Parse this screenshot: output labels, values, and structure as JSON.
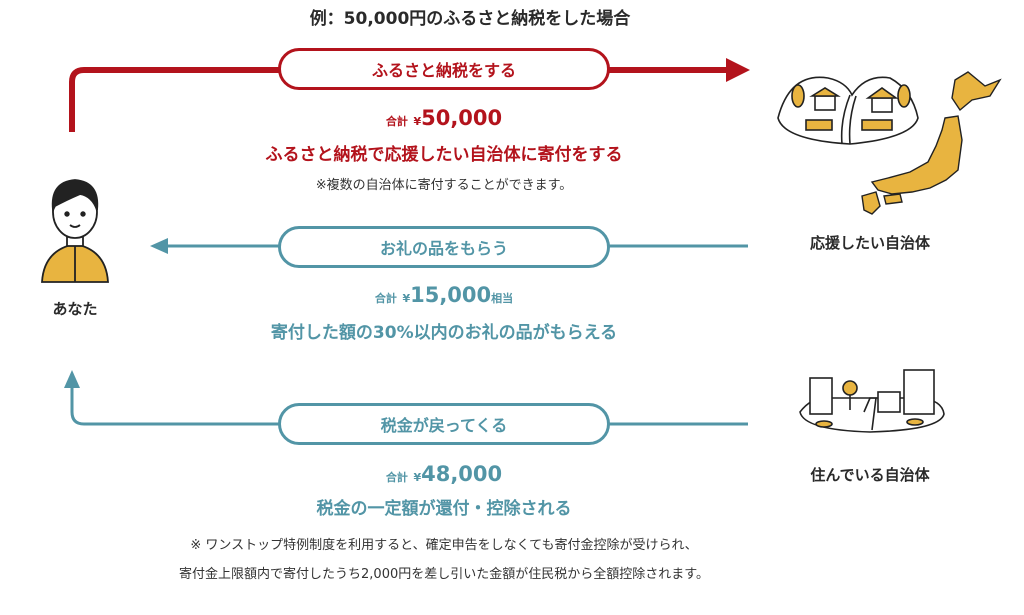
{
  "title": "例：50,000円のふるさと納税をした場合",
  "colors": {
    "red": "#b3131c",
    "teal": "#5295a6",
    "yellow": "#e8b440"
  },
  "actors": {
    "you": "あなた",
    "support_municipality": "応援したい自治体",
    "resident_municipality": "住んでいる自治体"
  },
  "flows": [
    {
      "label": "ふるさと納税をする",
      "total_prefix": "合計",
      "currency": "¥",
      "amount": "50,000",
      "suffix": "",
      "description": "ふるさと納税で応援したい自治体に寄付をする",
      "note": "※複数の自治体に寄付することができます。"
    },
    {
      "label": "お礼の品をもらう",
      "total_prefix": "合計",
      "currency": "¥",
      "amount": "15,000",
      "suffix": "相当",
      "description": "寄付した額の30%以内のお礼の品がもらえる"
    },
    {
      "label": "税金が戻ってくる",
      "total_prefix": "合計",
      "currency": "¥",
      "amount": "48,000",
      "suffix": "",
      "description": "税金の一定額が還付・控除される",
      "notes": [
        "※ ワンストップ特例制度を利用すると、確定申告をしなくても寄付金控除が受けられ、",
        "寄付金上限額内で寄付したうち2,000円を差し引いた金額が住民税から全額控除されます。"
      ]
    }
  ]
}
